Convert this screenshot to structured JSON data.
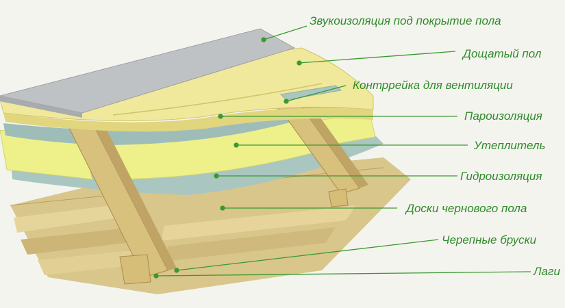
{
  "labels": [
    "Звукоизоляция под покрытие пола",
    "Дощатый пол",
    "Контррейка для вентиляции",
    "Пароизоляция",
    "Утеплитель",
    "Гидроизоляция",
    "Доски чернового пола",
    "Черепные бруски",
    "Лаги"
  ],
  "colors": {
    "background": "#f4f4ef",
    "label_text": "#2f8a2a",
    "leader_line": "#3a9a2f",
    "sound_layer": "#bfc2c4",
    "floorboard": "#f0e89a",
    "membrane": "#a9c6c0",
    "insulation": "#eef08a",
    "wood": "#d9c68a"
  }
}
